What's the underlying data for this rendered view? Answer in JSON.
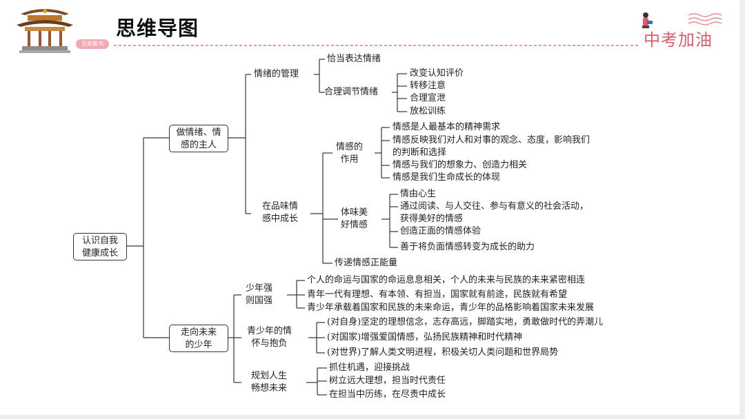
{
  "header": {
    "title": "思维导图",
    "slogan": "中考加油",
    "tag": "百家集书"
  },
  "mindmap": {
    "root": "认识自我\n健康成长",
    "branches": [
      {
        "label": "做情绪、情\n感的主人",
        "children": [
          {
            "label": "情绪的管理",
            "children": [
              {
                "label": "恰当表达情绪"
              },
              {
                "label": "合理调节情绪",
                "items": [
                  "改变认知评价",
                  "转移注意",
                  "合理宣泄",
                  "放松训练"
                ]
              }
            ]
          },
          {
            "label": "在品味情\n感中成长",
            "children": [
              {
                "label": "情感的\n作用",
                "items": [
                  "情感是人最基本的精神需求",
                  "情感反映我们对人和对事的观念、态度，影响我们\n的判断和选择",
                  "情感与我们的想象力、创造力相关",
                  "情感是我们生命成长的体现"
                ]
              },
              {
                "label": "体味美\n好情感",
                "items": [
                  "情由心生",
                  "通过阅读、与人交往、参与有意义的社会活动，\n获得美好的情感",
                  "创造正面的情感体验",
                  "善于将负面情感转变为成长的助力"
                ]
              },
              {
                "label": "传递情感正能量"
              }
            ]
          }
        ]
      },
      {
        "label": "走向未来\n的少年",
        "children": [
          {
            "label": "少年强\n则国强",
            "items": [
              "个人的命运与国家的命运息息相关，个人的未来与民族的未来紧密相连",
              "青年一代有理想、有本领、有担当，国家就有前途，民族就有希望",
              "青少年承载着国家和民族的未来命运，青少年的品格影响着国家未来发展"
            ]
          },
          {
            "label": "青少年的情\n怀与抱负",
            "items": [
              "(对自身)坚定的理想信念，志存高远，脚踏实地，勇敢做时代的弄潮儿",
              "(对国家)增强爱国情感，弘扬民族精神和时代精神",
              "(对世界)了解人类文明进程，积极关切人类问题和世界局势"
            ]
          },
          {
            "label": "规划人生\n畅想未来",
            "items": [
              "抓住机遇，迎接挑战",
              "树立远大理想，担当时代责任",
              "在担当中历练，在尽责中成长"
            ]
          }
        ]
      }
    ]
  }
}
